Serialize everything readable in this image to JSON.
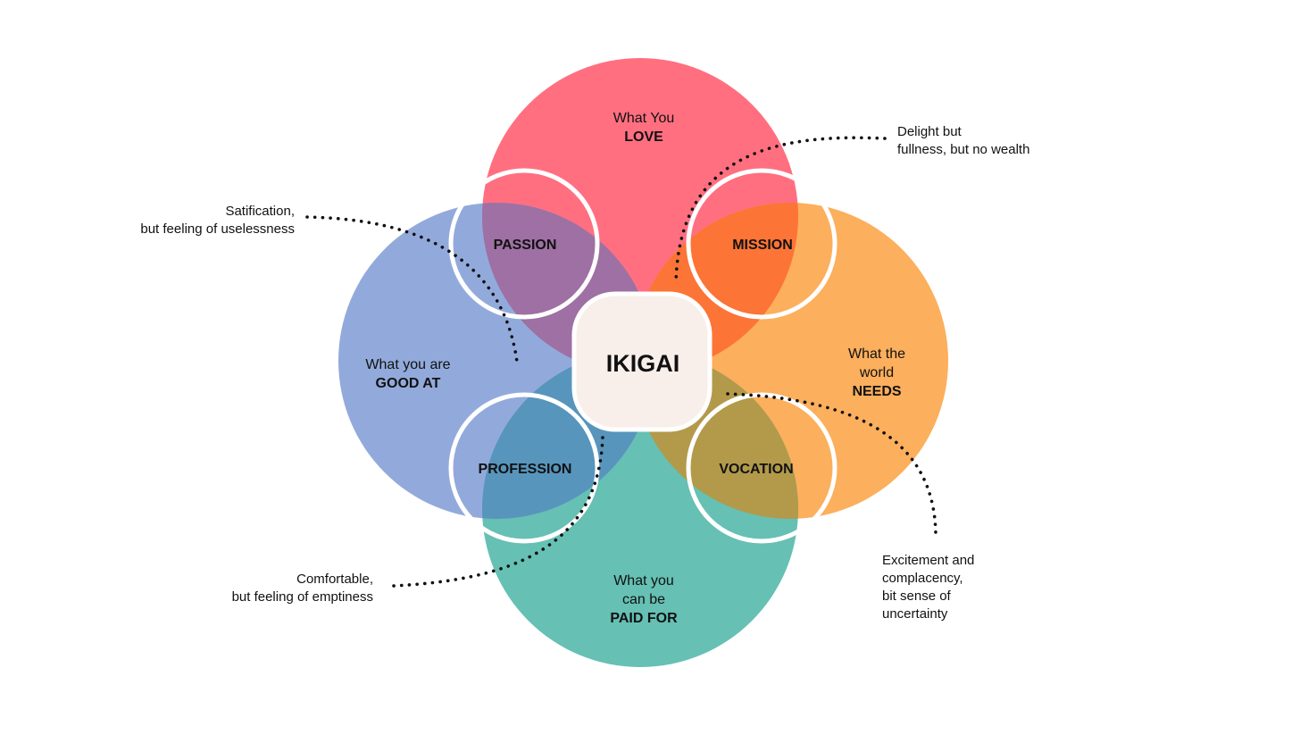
{
  "colors": {
    "love": "#FF6F80",
    "needs": "#FCAF5C",
    "paid": "#66C0B4",
    "good": "#92AADB",
    "passion": "#9E70A3",
    "mission": "#FC7436",
    "vocation": "#B29A4A",
    "profession": "#5795BD",
    "love_needs_good_core": "#EDB6A3",
    "needs_paid_love_core": "#EBBE9C",
    "paid_good_core": "#C8C9B2",
    "good_love_core": "#C1BCD3",
    "ikigai": "#F8EFEA",
    "stroke": "#FFFFFF"
  },
  "circles": {
    "love": {
      "line1": "What You",
      "bold": "LOVE"
    },
    "needs": {
      "line1": "What the",
      "line2": "world",
      "bold": "NEEDS"
    },
    "paid": {
      "line1": "What you",
      "line2": "can be",
      "bold": "PAID FOR"
    },
    "good": {
      "line1": "What you are",
      "bold": "GOOD AT"
    }
  },
  "overlaps": {
    "passion": "PASSION",
    "mission": "MISSION",
    "profession": "PROFESSION",
    "vocation": "VOCATION",
    "center": "IKIGAI"
  },
  "annotations": {
    "passion_note": [
      "Satification,",
      "but feeling of uselessness"
    ],
    "mission_note": [
      "Delight but",
      "fullness, but no wealth"
    ],
    "profession_note": [
      "Comfortable,",
      "but feeling of emptiness"
    ],
    "vocation_note": [
      "Excitement and",
      "complacency,",
      "bit sense of",
      "uncertainty"
    ]
  }
}
